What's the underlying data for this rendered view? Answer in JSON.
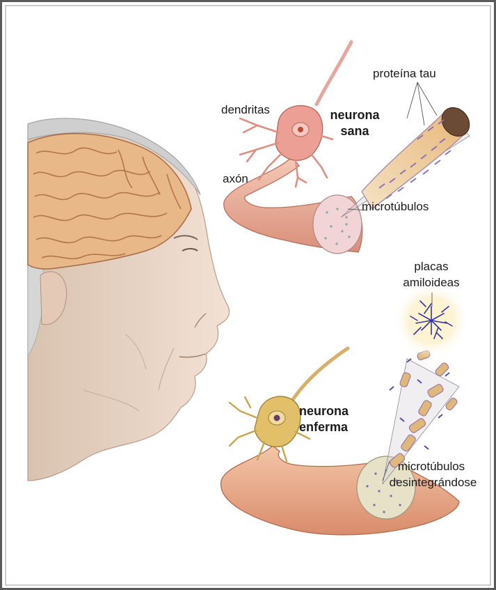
{
  "labels": {
    "dendrites": "dendritas",
    "axon": "axón",
    "healthy_neuron_line1": "neurona",
    "healthy_neuron_line2": "sana",
    "tau_protein": "proteína tau",
    "microtubules": "microtúbulos",
    "amyloid_line1": "placas",
    "amyloid_line2": "amiloideas",
    "diseased_neuron_line1": "neurona",
    "diseased_neuron_line2": "enferma",
    "disintegrating_line1": "microtúbulos",
    "disintegrating_line2": "desintegrándose"
  },
  "colors": {
    "frame_border": "#5a5a5a",
    "brain": "#e7b48a",
    "brain_fold": "#b87a4e",
    "skin": "#ecd8c8",
    "hair": "#c8c8c8",
    "neuron_healthy": "#e9a9a0",
    "neuron_diseased": "#e5c46c",
    "axon": "#f2b8a0",
    "tau": "#b79ac8",
    "plaque": "#3a3aa8"
  }
}
